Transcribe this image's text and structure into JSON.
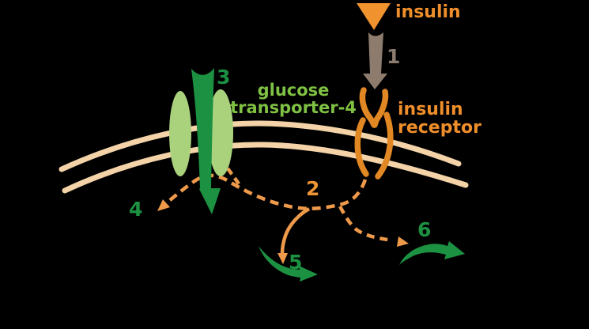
{
  "diagram": {
    "description_type": "insulin-signaling-pathway-diagram",
    "background": "#000000",
    "labels": {
      "insulin_ligand": "insulin",
      "receptor_line1": "insulin",
      "receptor_line2": "receptor",
      "transporter_line1": "glucose",
      "transporter_line2": "transporter-4",
      "step_1": "1",
      "step_2": "2",
      "step_3": "3",
      "step_4": "4",
      "step_5": "5",
      "step_6": "6"
    },
    "colors": {
      "background": "#000000",
      "orange_label": "#ef8e2a",
      "orange_step2_label": "#ee9434",
      "orange_dashed_path": "#ee9a4a",
      "receptor_orange": "#e18723",
      "insulin_triangle_orange": "#f0922e",
      "membrane_tan": "#f4d3a8",
      "arrow1_taupe": "#8d7c6d",
      "dark_green": "#1d9142",
      "transporter_light_green": "#aad27d",
      "transporter_label_green": "#7fc142"
    }
  }
}
